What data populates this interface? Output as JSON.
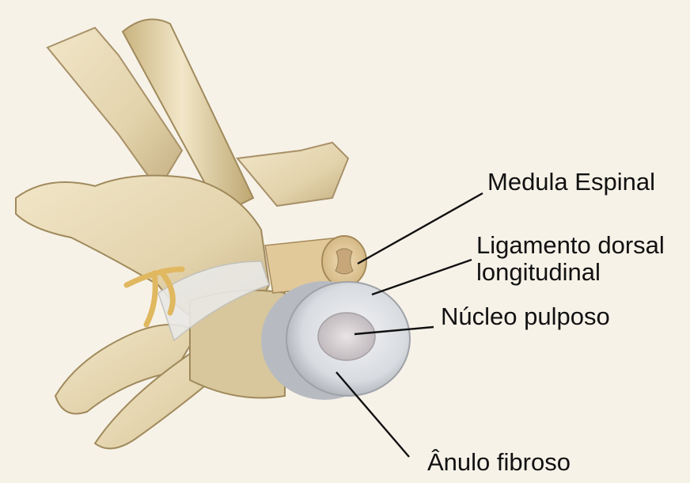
{
  "labels": {
    "medula": "Medula Espinal",
    "ligamento_line1": "Ligamento dorsal",
    "ligamento_line2": "longitudinal",
    "nucleo": "Núcleo pulposo",
    "anulo": "Ânulo fibroso"
  },
  "colors": {
    "background": "#f7f2e8",
    "bone": "#e6d8b4",
    "bone_shadow": "#b9a57a",
    "nerve": "#e0b860",
    "disc": "#d9dde2",
    "nucleus": "#c9c5c8",
    "cord": "#e8d2a6",
    "leader": "#111111"
  }
}
